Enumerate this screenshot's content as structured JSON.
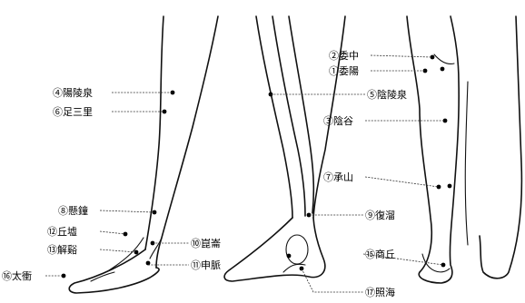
{
  "points": [
    {
      "id": "p02",
      "label": "②委中"
    },
    {
      "id": "p01",
      "label": "①委陽"
    },
    {
      "id": "p04",
      "label": "④陽陵泉"
    },
    {
      "id": "p05",
      "label": "⑤陰陵泉"
    },
    {
      "id": "p06",
      "label": "⑥足三里"
    },
    {
      "id": "p03",
      "label": "③陰谷"
    },
    {
      "id": "p07",
      "label": "⑦承山"
    },
    {
      "id": "p08",
      "label": "⑧懸鐘"
    },
    {
      "id": "p09",
      "label": "⑨復溜"
    },
    {
      "id": "p12",
      "label": "⑫丘墟"
    },
    {
      "id": "p10",
      "label": "⑩崑崙"
    },
    {
      "id": "p13",
      "label": "⑬解谿"
    },
    {
      "id": "p15",
      "label": "⑮商丘"
    },
    {
      "id": "p11",
      "label": "⑪申脈"
    },
    {
      "id": "p16",
      "label": "⑯太衝"
    },
    {
      "id": "p17",
      "label": "⑰照海"
    }
  ]
}
